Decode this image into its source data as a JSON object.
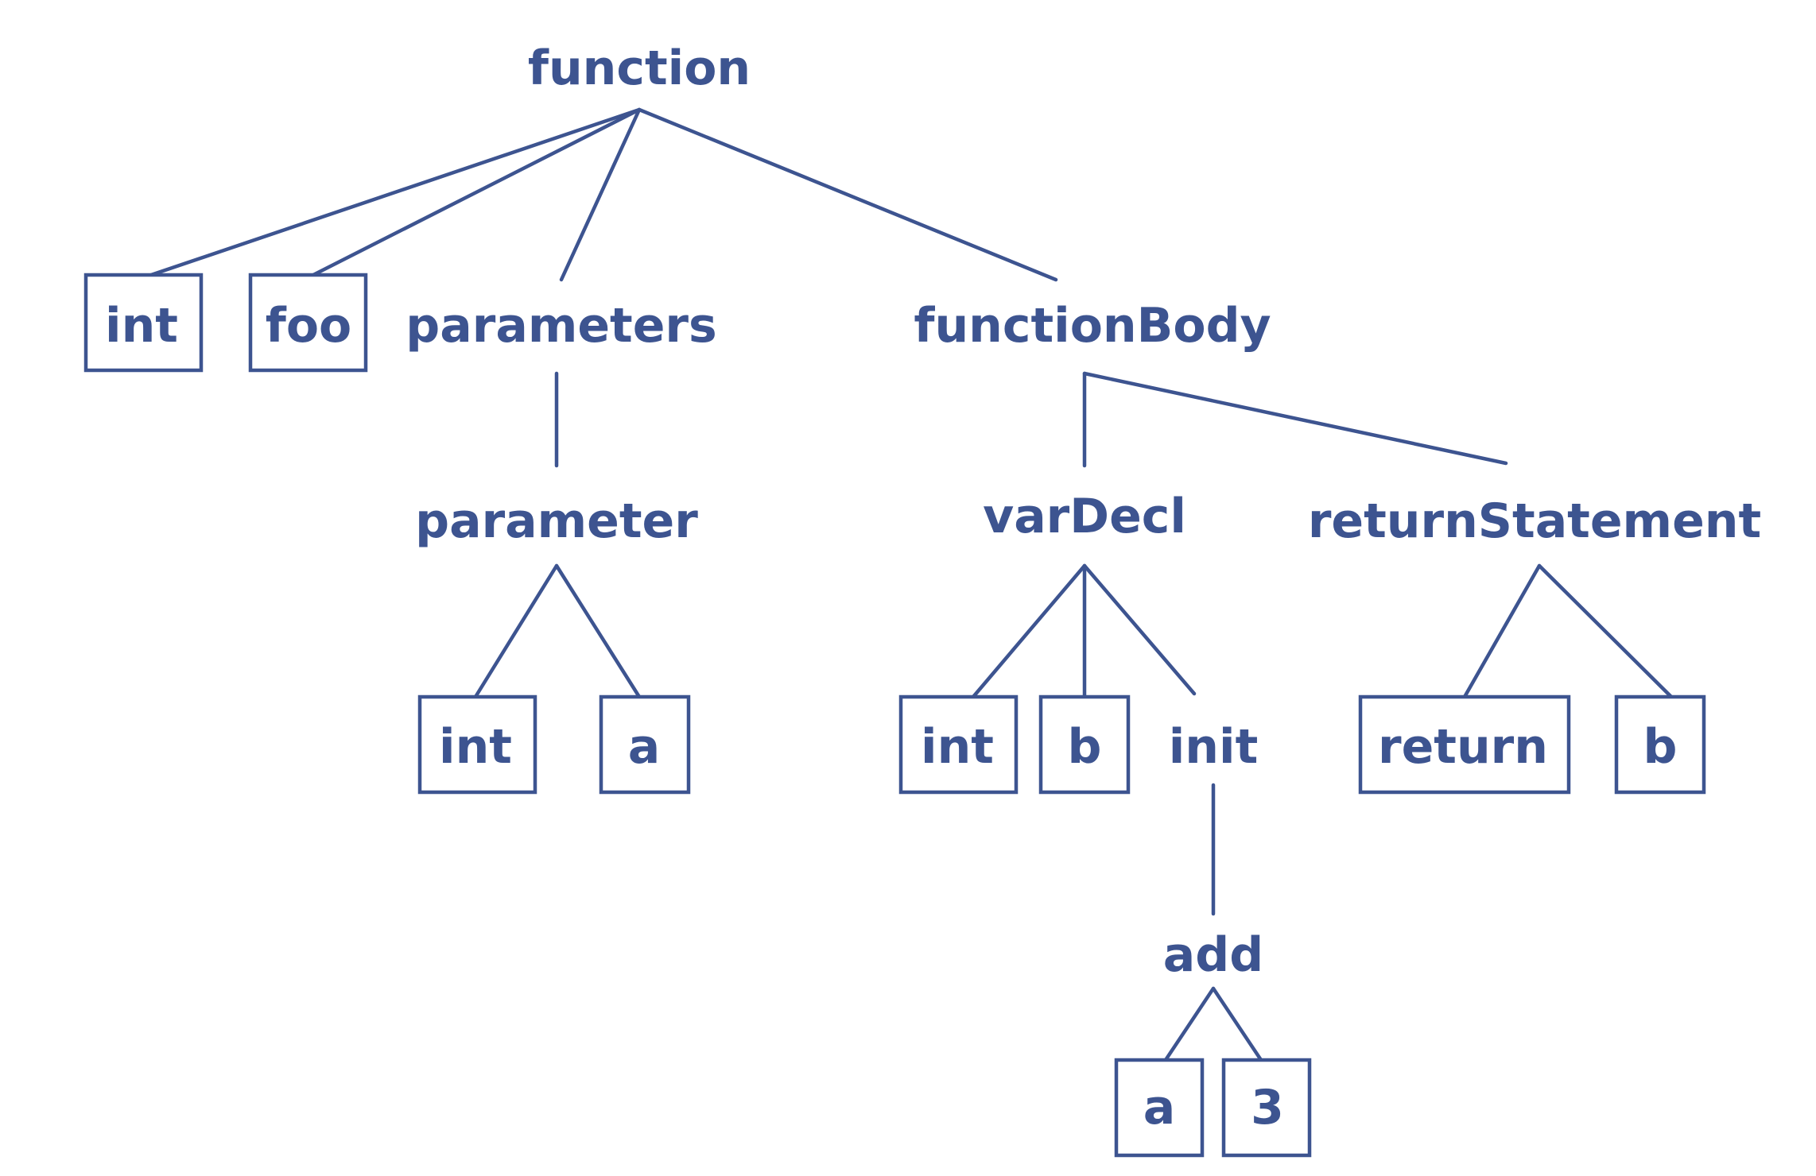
{
  "diagram": {
    "nodes": {
      "function": "function",
      "int_ret": "int",
      "foo": "foo",
      "parameters": "parameters",
      "functionBody": "functionBody",
      "parameter": "parameter",
      "p_int": "int",
      "p_a": "a",
      "varDecl": "varDecl",
      "returnStatement": "returnStatement",
      "v_int": "int",
      "v_b": "b",
      "init": "init",
      "return_kw": "return",
      "r_b": "b",
      "add": "add",
      "add_a": "a",
      "add_3": "3"
    },
    "terminal_nodes": [
      "int_ret",
      "foo",
      "p_int",
      "p_a",
      "v_int",
      "v_b",
      "return_kw",
      "r_b",
      "add_a",
      "add_3"
    ],
    "edges": [
      [
        "function",
        "int_ret"
      ],
      [
        "function",
        "foo"
      ],
      [
        "function",
        "parameters"
      ],
      [
        "function",
        "functionBody"
      ],
      [
        "parameters",
        "parameter"
      ],
      [
        "parameter",
        "p_int"
      ],
      [
        "parameter",
        "p_a"
      ],
      [
        "functionBody",
        "varDecl"
      ],
      [
        "functionBody",
        "returnStatement"
      ],
      [
        "varDecl",
        "v_int"
      ],
      [
        "varDecl",
        "v_b"
      ],
      [
        "varDecl",
        "init"
      ],
      [
        "returnStatement",
        "return_kw"
      ],
      [
        "returnStatement",
        "r_b"
      ],
      [
        "init",
        "add"
      ],
      [
        "add",
        "add_a"
      ],
      [
        "add",
        "add_3"
      ]
    ],
    "colors": {
      "ink": "#3d5490",
      "background": "#ffffff"
    }
  }
}
